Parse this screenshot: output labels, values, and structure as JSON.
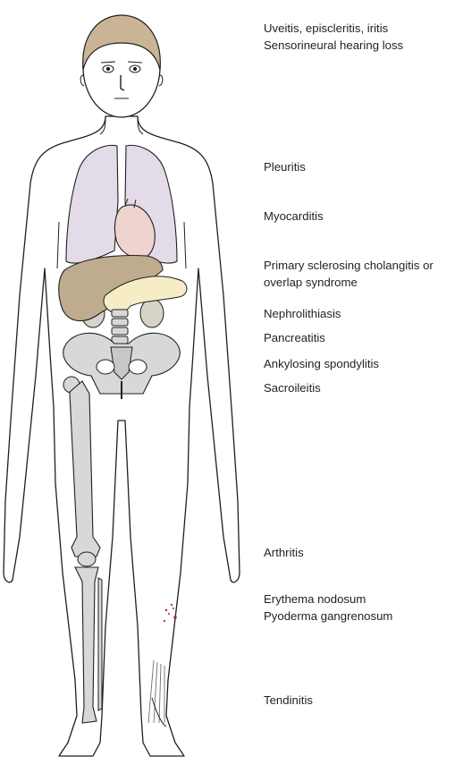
{
  "labels": {
    "eyes": [
      "Uveitis, episcleritis, iritis",
      "Sensorineural hearing loss"
    ],
    "pleura": "Pleuritis",
    "heart": "Myocarditis",
    "liver": [
      "Primary sclerosing cholangitis or",
      "overlap syndrome"
    ],
    "kidney": "Nephrolithiasis",
    "pancreas": "Pancreatitis",
    "spine": "Ankylosing spondylitis",
    "sacrum": "Sacroileitis",
    "joints": "Arthritis",
    "skin": [
      "Erythema nodosum",
      "Pyoderma gangrenosum"
    ],
    "tendon": "Tendinitis"
  },
  "colors": {
    "outline": "#1f1f1f",
    "hair": "#c9b596",
    "lungs": "#e4dbe9",
    "heart": "#eed3cf",
    "liver": "#bfab8e",
    "pancreas": "#f6edc5",
    "kidney": "#d8d3c8",
    "bone": "#d8d8d8",
    "lesion": "#b0243c"
  }
}
